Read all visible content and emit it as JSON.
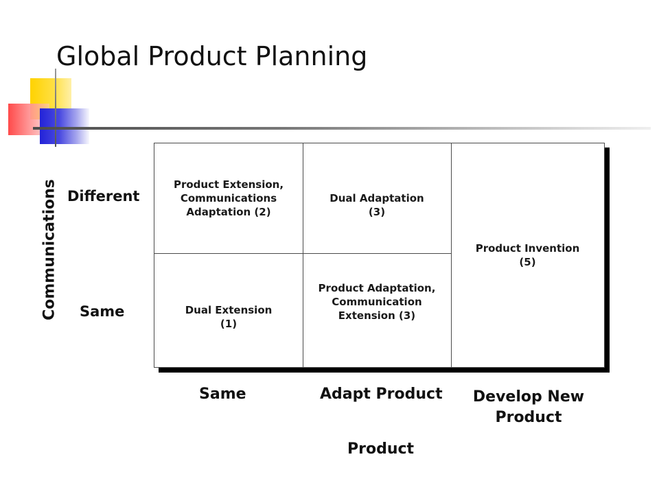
{
  "title": "Global Product Planning",
  "matrix": {
    "cells": {
      "ext_comm_adapt": [
        "Product Extension,",
        "Communications",
        "Adaptation (2)"
      ],
      "dual_adapt": [
        "Dual Adaptation",
        "(3)"
      ],
      "dual_ext": [
        "Dual Extension",
        "(1)"
      ],
      "prod_adapt_comm_ext": [
        "Product Adaptation,",
        "Communication",
        "Extension (3)"
      ],
      "invention": [
        "Product Invention",
        "(5)"
      ]
    }
  },
  "axes": {
    "communications": {
      "title": "Communications",
      "different": "Different",
      "same": "Same"
    },
    "product": {
      "title": "Product",
      "same": "Same",
      "adapt": "Adapt Product",
      "develop": [
        "Develop New",
        "Product"
      ]
    }
  },
  "colors": {
    "deco_yellow": "#ffd200",
    "deco_red": "#ff4a4a",
    "deco_blue": "#2323d8"
  }
}
